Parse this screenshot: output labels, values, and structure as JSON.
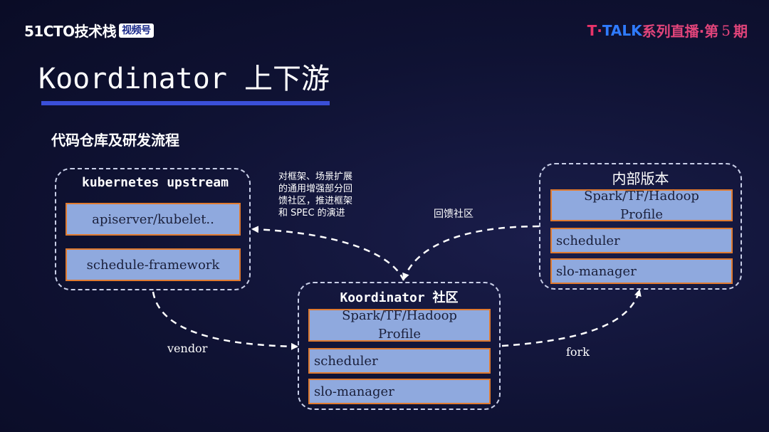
{
  "header": {
    "logo_left_text": "51CTO技术栈",
    "logo_left_badge": "视频号",
    "logo_right_mark": "T·",
    "logo_right_talk": "TALK",
    "logo_right_series": "系列直播·第",
    "logo_right_num": "5",
    "logo_right_suffix": "期"
  },
  "title": "Koordinator 上下游",
  "subtitle": "代码仓库及研发流程",
  "upstream": {
    "title": "kubernetes upstream",
    "items": [
      "apiserver/kubelet..",
      "schedule-framework"
    ]
  },
  "internal": {
    "title": "内部版本",
    "items": [
      "Spark/TF/Hadoop",
      "Profile",
      "scheduler",
      "slo-manager"
    ]
  },
  "community": {
    "title": "Koordinator 社区",
    "items": [
      "Spark/TF/Hadoop",
      "Profile",
      "scheduler",
      "slo-manager"
    ]
  },
  "annotations": {
    "upstream_feedback": [
      "对框架、场景扩展",
      "的通用增强部分回",
      "馈社区，推进框架",
      "和 SPEC 的演进"
    ],
    "community_feedback": "回馈社区",
    "vendor": "vendor",
    "fork": "fork"
  },
  "colors": {
    "background": "#0f1233",
    "box_fill": "#8fa9de",
    "box_border": "#e07a2f",
    "underline": "#3a4fd8",
    "dash": "#ffffff"
  }
}
